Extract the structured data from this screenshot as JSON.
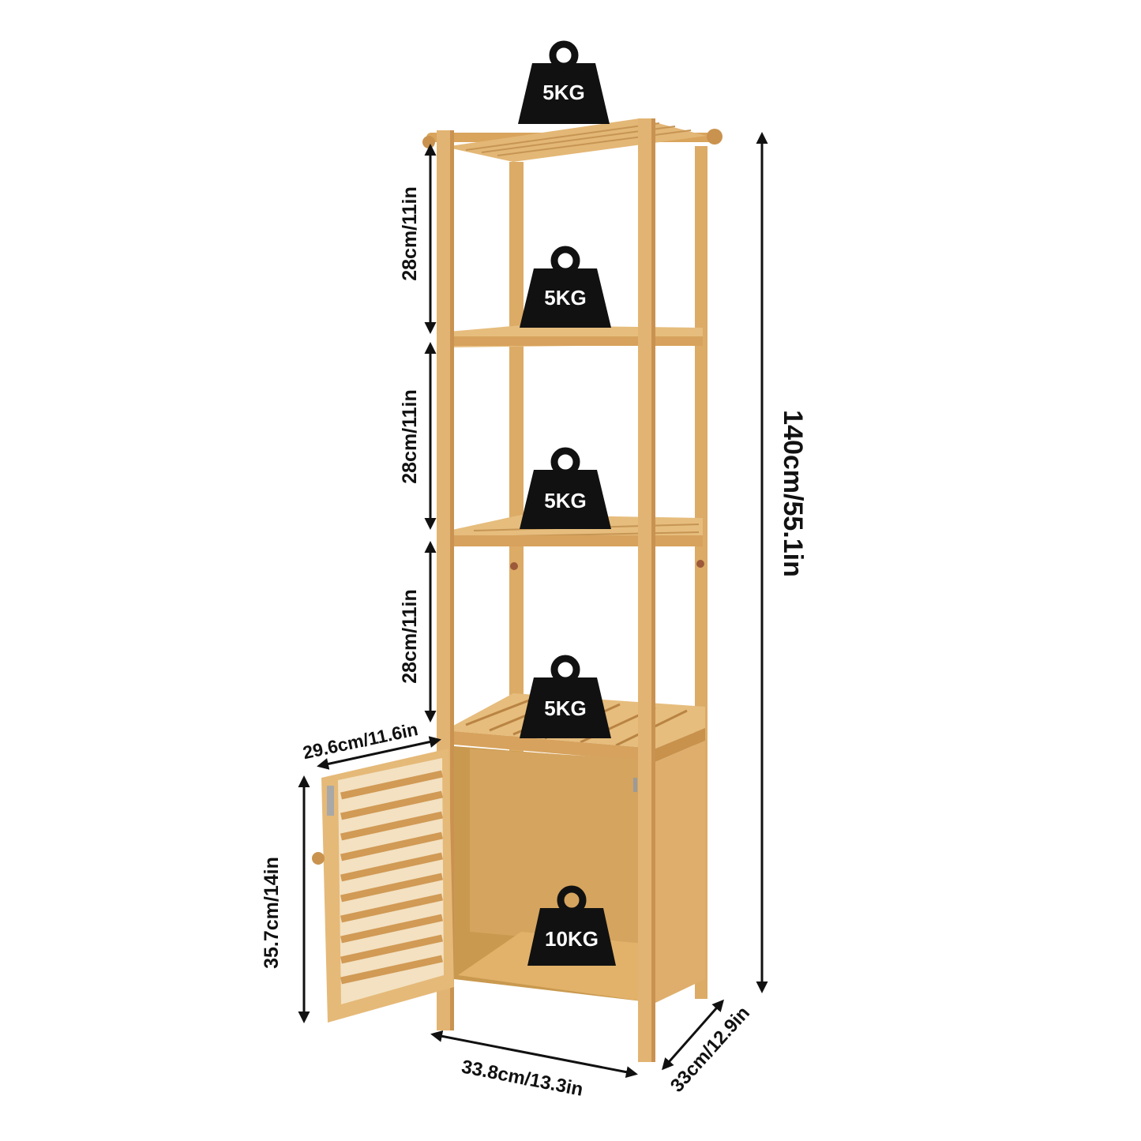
{
  "colors": {
    "wood_light": "#e9bf7c",
    "wood_mid": "#d9a45c",
    "wood_dark": "#b98443",
    "wood_inner": "#caa06a",
    "weight_fill": "#111111",
    "dimension_line": "#111111"
  },
  "icons": [
    "weight-icon",
    "double-arrow-icon",
    "hinge-icon"
  ],
  "weights": {
    "top": "5KG",
    "shelf_3": "5KG",
    "shelf_2": "5KG",
    "shelf_1": "5KG",
    "cabinet": "10KG"
  },
  "dimensions": {
    "shelf_gap_1": "28cm/11in",
    "shelf_gap_2": "28cm/11in",
    "shelf_gap_3": "28cm/11in",
    "total_height": "140cm/55.1in",
    "door_width": "29.6cm/11.6in",
    "door_height": "35.7cm/14in",
    "width": "33.8cm/13.3in",
    "depth": "33cm/12.9in"
  }
}
